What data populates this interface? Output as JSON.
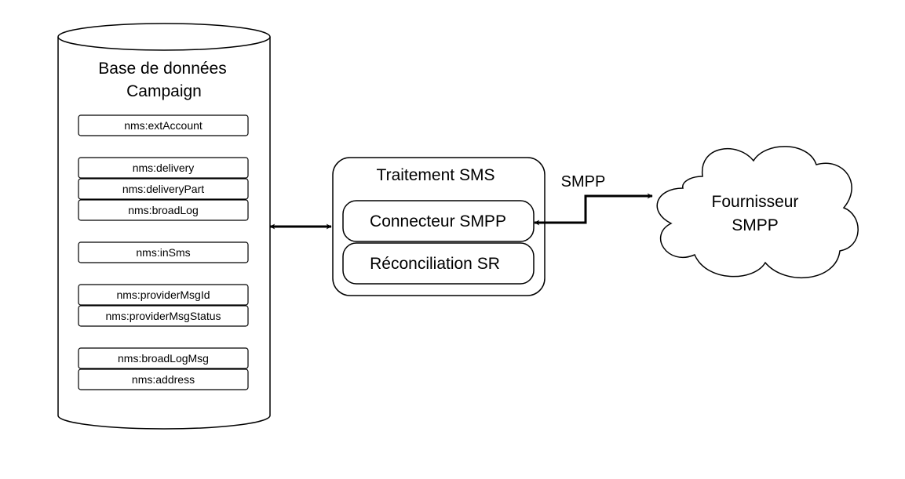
{
  "database": {
    "title_line1": "Base de données",
    "title_line2": "Campaign",
    "tables": [
      "nms:extAccount",
      "nms:delivery",
      "nms:deliveryPart",
      "nms:broadLog",
      "nms:inSms",
      "nms:providerMsgId",
      "nms:providerMsgStatus",
      "nms:broadLogMsg",
      "nms:address"
    ]
  },
  "processing": {
    "title": "Traitement SMS",
    "connector_label": "Connecteur SMPP",
    "reconciliation_label": "Réconciliation SR"
  },
  "link": {
    "protocol_label": "SMPP"
  },
  "provider": {
    "line1": "Fournisseur",
    "line2": "SMPP"
  }
}
